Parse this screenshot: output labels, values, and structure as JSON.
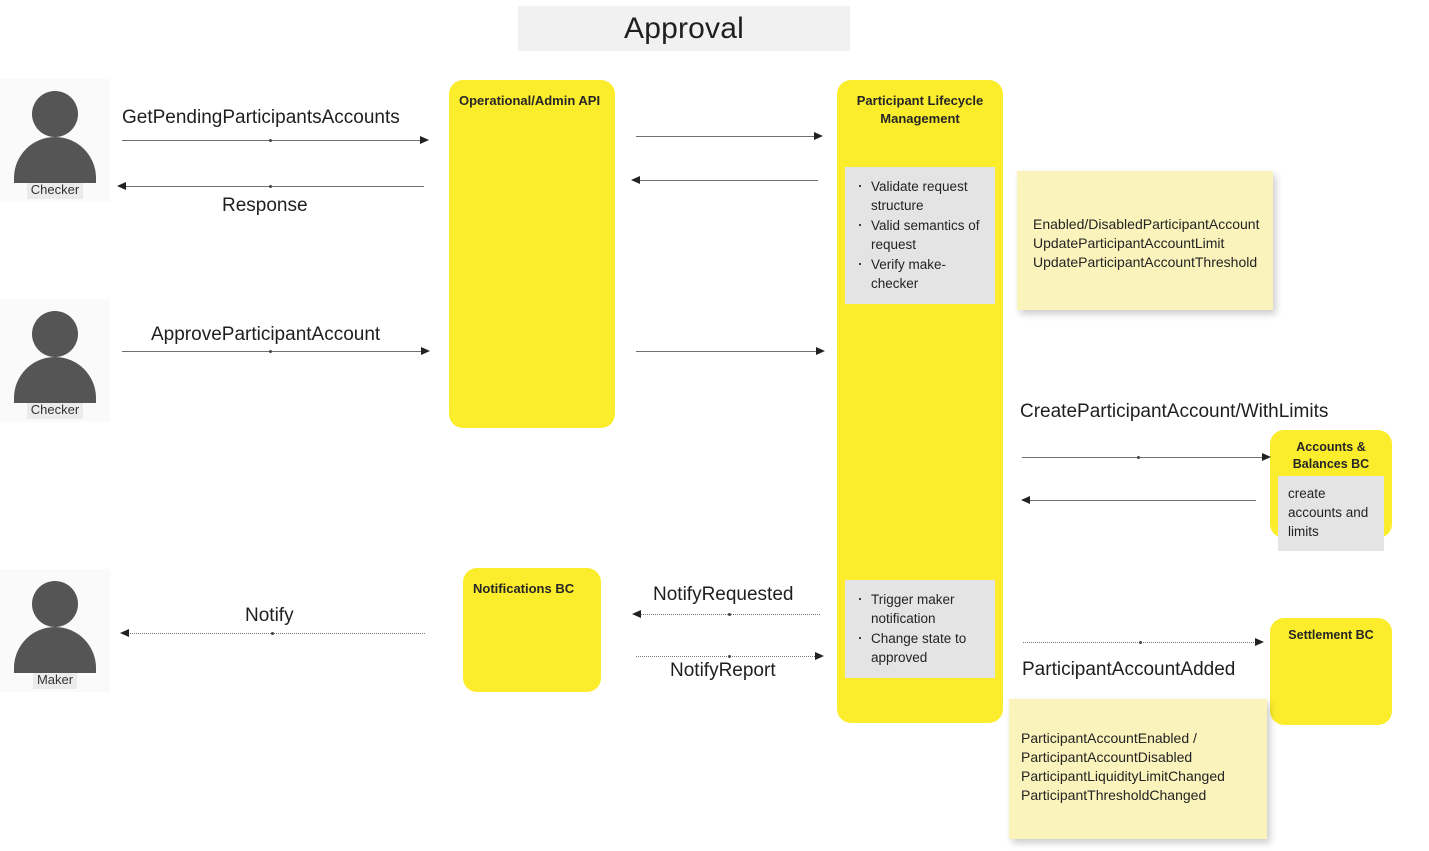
{
  "title": {
    "text": "Approval"
  },
  "actors": [
    {
      "name": "checker-top",
      "label": "Checker"
    },
    {
      "name": "checker-mid",
      "label": "Checker"
    },
    {
      "name": "maker",
      "label": "Maker"
    }
  ],
  "cards": {
    "operational_admin_api": {
      "title": "Operational/Admin API"
    },
    "participant_lifecycle": {
      "title": "Participant Lifecycle Management",
      "validation_steps": [
        "Validate request structure",
        "Valid semantics of request",
        "Verify make-checker"
      ],
      "notification_steps": [
        "Trigger maker notification",
        "Change state to approved"
      ]
    },
    "notifications_bc": {
      "title": "Notifications BC"
    },
    "accounts_balances_bc": {
      "title": "Accounts & Balances BC",
      "note": "create accounts and limits"
    },
    "settlement_bc": {
      "title": "Settlement BC"
    }
  },
  "messages": {
    "get_pending": "GetPendingParticipantsAccounts",
    "response": "Response",
    "approve_participant_account": "ApproveParticipantAccount",
    "create_participant_account": "CreateParticipantAccount/WithLimits",
    "notify_requested": "NotifyRequested",
    "notify_report": "NotifyReport",
    "notify": "Notify",
    "participant_account_added": "ParticipantAccountAdded"
  },
  "stickies": {
    "commands": "Enabled/DisabledParticipantAccount\nUpdateParticipantAccountLimit\nUpdateParticipantAccountThreshold",
    "events": "ParticipantAccountEnabled /\nParticipantAccountDisabled\nParticipantLiquidityLimitChanged\nParticipantThresholdChanged"
  },
  "colors": {
    "card_yellow": "#fbed2c",
    "sticky_yellow": "#faf3bb",
    "note_gray": "#e4e4e4",
    "banner_gray": "#f1f1f1",
    "actor_gray": "#555555"
  }
}
